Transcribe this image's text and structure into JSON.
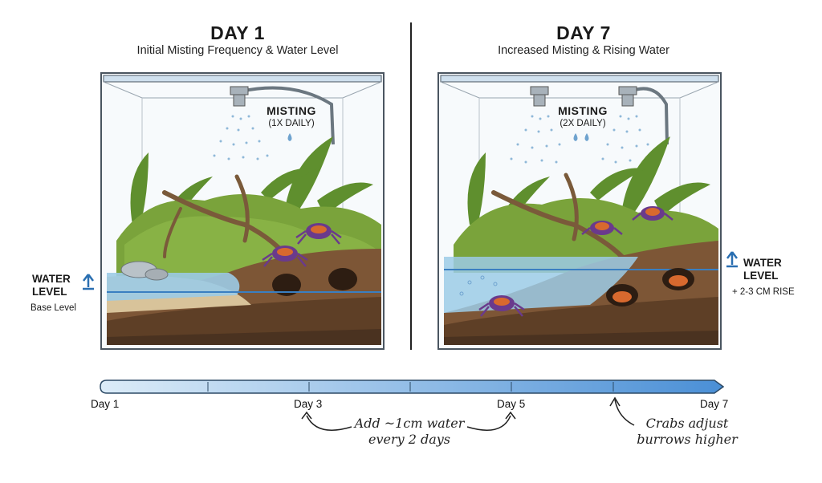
{
  "left_panel": {
    "title": "DAY 1",
    "subtitle": "Initial Misting Frequency & Water Level",
    "misting_title": "MISTING",
    "misting_sub": "(1X DAILY)",
    "water_title_1": "WATER",
    "water_title_2": "LEVEL",
    "water_sub": "Base Level"
  },
  "right_panel": {
    "title": "DAY 7",
    "subtitle": "Increased Misting & Rising Water",
    "misting_title": "MISTING",
    "misting_sub": "(2X DAILY)",
    "water_title_1": "WATER",
    "water_title_2": "LEVEL",
    "water_sub": "+ 2-3 CM RISE"
  },
  "timeline": {
    "ticks": [
      "Day 1",
      "Day 3",
      "Day 5",
      "Day 7"
    ],
    "note_water_line1": "Add ~1cm water",
    "note_water_line2": "every 2 days",
    "note_crabs_line1": "Crabs adjust",
    "note_crabs_line2": "burrows higher"
  },
  "colors": {
    "water": "#9ccbe6",
    "water_line": "#3a7fc1",
    "soil": "#6b4a2e",
    "moss": "#7aa33b",
    "crab": "#6a3a8c",
    "timeline_start": "#dcecf8",
    "timeline_end": "#4a8fd6"
  }
}
